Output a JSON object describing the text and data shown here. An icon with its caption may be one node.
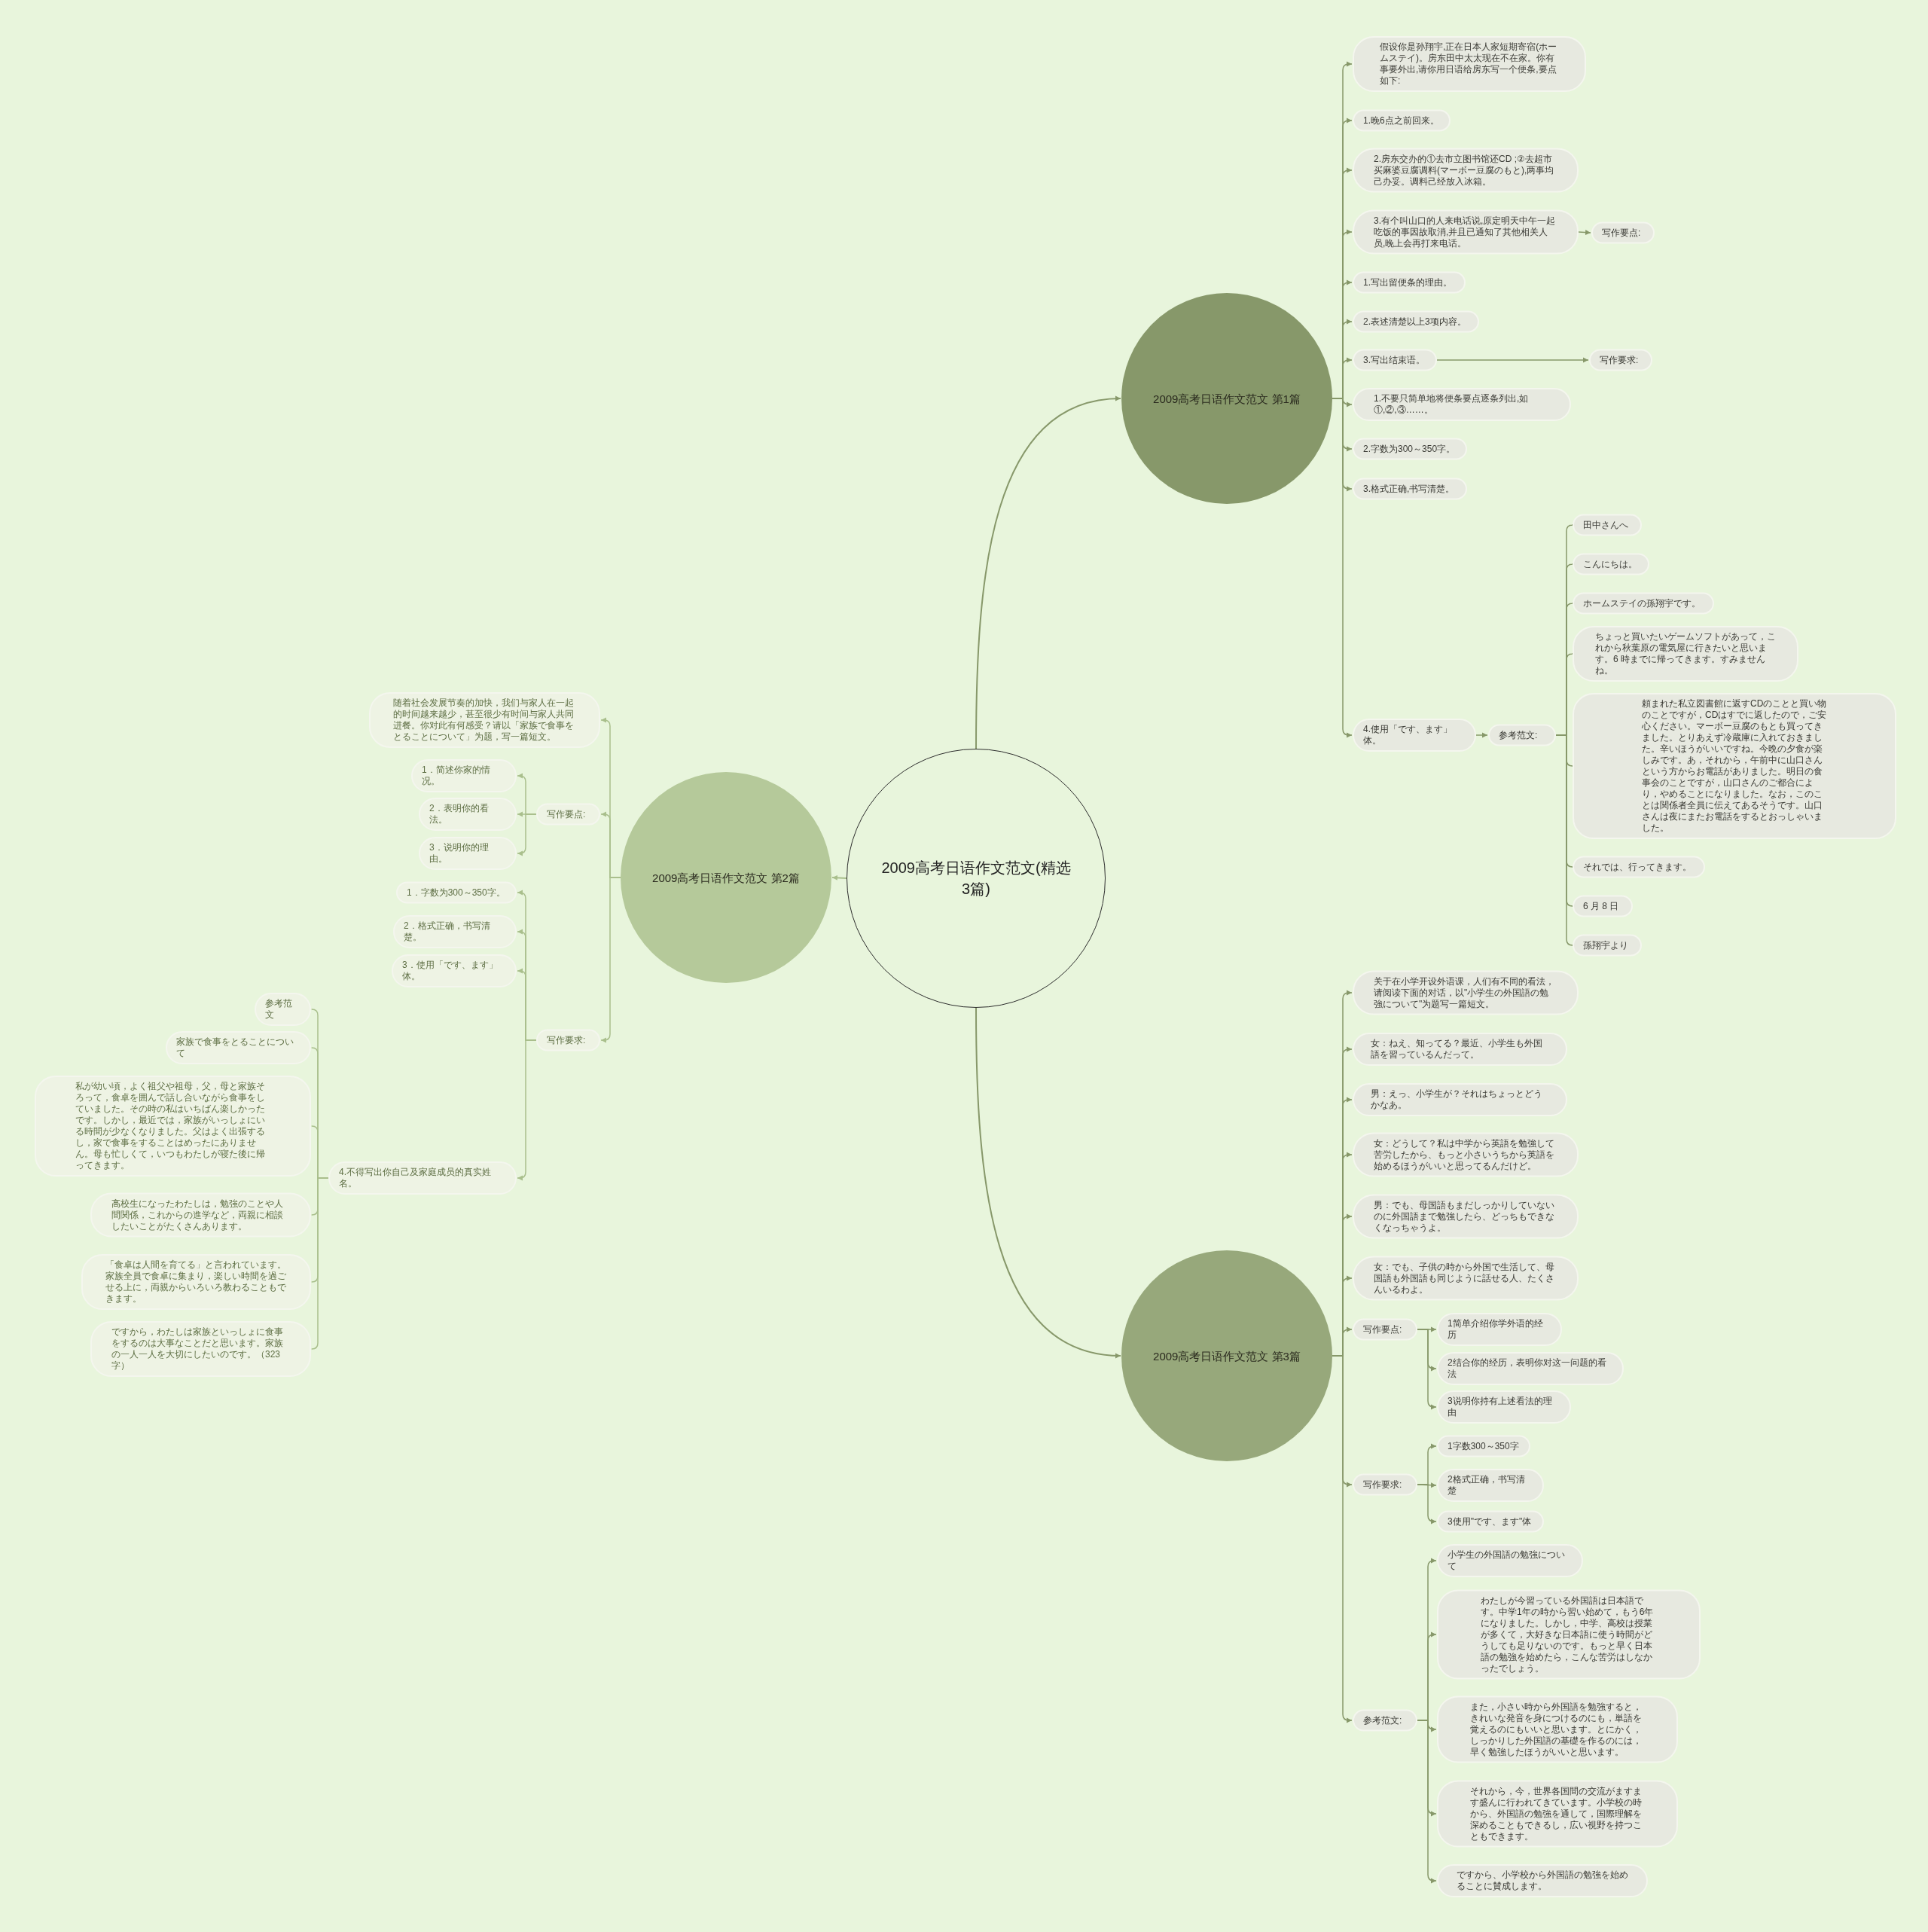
{
  "diagram": {
    "nodes": [
      {
        "text": [
          "2009高考日语作文范文(精选3篇)"
        ]
      },
      {
        "text": [
          "2009高考日语作文范文 第1篇"
        ]
      },
      {
        "text": [
          "假设你是孙翔宇,正在日本人家短期寄宿(ホームステイ)。房东田中太太现在不在家。你有事要外出,请你用日语给房东写一个便条,要点如下:"
        ]
      },
      {
        "text": [
          "1.晚6点之前回来。"
        ]
      },
      {
        "text": [
          "2.房东交办的①去市立图书馆还CD ;②去超市买麻婆豆腐调料(マーボー豆腐のもと),两事均己办妥。调料己经放入冰箱。"
        ]
      },
      {
        "text": [
          "3.有个叫山口的人来电话说,原定明天中午一起吃饭的事因故取消,并且已通知了其他相关人员,晚上会再打来电话。"
        ]
      },
      {
        "text": [
          "写作要点:"
        ]
      },
      {
        "text": [
          "1.写出留便条的理由。"
        ]
      },
      {
        "text": [
          "2.表述清楚以上3项内容。"
        ]
      },
      {
        "text": [
          "3.写出结束语。"
        ]
      },
      {
        "text": [
          "写作要求:"
        ]
      },
      {
        "text": [
          "1.不要只简单地将便条要点逐条列出,如①,②,③……。"
        ]
      },
      {
        "text": [
          "2.字数为300～350字。"
        ]
      },
      {
        "text": [
          "3.格式正确,书写清楚。"
        ]
      },
      {
        "text": [
          "4.使用「です、ます」体。"
        ]
      },
      {
        "text": [
          "参考范文:"
        ]
      },
      {
        "text": [
          "田中さんへ"
        ]
      },
      {
        "text": [
          "こんにちは。"
        ]
      },
      {
        "text": [
          "ホームステイの孫翔宇です。"
        ]
      },
      {
        "text": [
          "ちょっと買いたいゲームソフトがあって，これから秋葉原の電気屋に行きたいと思います。6 時までに帰ってきます。すみませんね。"
        ]
      },
      {
        "text": [
          "頼まれた私立図書館に返すCDのことと買い物のことですが，CDはすでに返したので，ご安心ください。マーボー豆腐のもとも買ってきました。とりあえず冷蔵庫に入れておきました。辛いほうがいいですね。今晩の夕食が楽しみです。あ，それから，午前中に山口さんという方からお電話がありました。明日の食事会のことですが，山口さんのご都合により，やめることになりました。なお，このことは関係者全員に伝えてあるそうです。山口さんは夜にまたお電話をするとおっしゃいました。"
        ]
      },
      {
        "text": [
          "それでは、行ってきます。"
        ]
      },
      {
        "text": [
          "6 月 8 日"
        ]
      },
      {
        "text": [
          "孫翔宇より"
        ]
      },
      {
        "text": [
          "2009高考日语作文范文 第2篇"
        ]
      },
      {
        "text": [
          "随着社会发展节奏的加快，我们与家人在一起的时间越来越少，甚至很少有时间与家人共同进餐。你对此有何感受？请以「家族で食事をとることについて」为题，写一篇短文。"
        ]
      },
      {
        "text": [
          "写作要点:"
        ]
      },
      {
        "text": [
          "1．简述你家的情况。"
        ]
      },
      {
        "text": [
          "2．表明你的看法。"
        ]
      },
      {
        "text": [
          "3．说明你的理由。"
        ]
      },
      {
        "text": [
          "写作要求:"
        ]
      },
      {
        "text": [
          "1．字数为300～350字。"
        ]
      },
      {
        "text": [
          "2．格式正确，书写清楚。"
        ]
      },
      {
        "text": [
          "3．使用「です、ます」体。"
        ]
      },
      {
        "text": [
          "4.不得写出你自己及家庭成员的真实姓名。"
        ]
      },
      {
        "text": [
          "参考范文"
        ]
      },
      {
        "text": [
          "家族で食事をとることについて"
        ]
      },
      {
        "text": [
          "私が幼い頃，よく祖父や祖母，父，母と家族そろって，食卓を囲んで話し合いながら食事をしていました。その時の私はいちばん楽しかったです。しかし，最近では，家族がいっしょにいる時間が少なくなりました。父はよく出張するし，家で食事をすることはめったにありません。母も忙しくて，いつもわたしが寝た後に帰ってきます。"
        ]
      },
      {
        "text": [
          "高校生になったわたしは，勉強のことや人間関係，これからの進学など，両親に相談したいことがたくさんあります。"
        ]
      },
      {
        "text": [
          "「食卓は人間を育てる」と言われています。家族全員で食卓に集まり，楽しい時間を過ごせる上に，両親からいろいろ教わることもできます。"
        ]
      },
      {
        "text": [
          "ですから，わたしは家族といっしょに食事をするのは大事なことだと思います。家族の一人一人を大切にしたいのです。（323字）"
        ]
      },
      {
        "text": [
          "2009高考日语作文范文 第3篇"
        ]
      },
      {
        "text": [
          "关于在小学开设外语课，人们有不同的看法，请阅读下面的对话，以\"小学生の外国語の勉強について\"为题写一篇短文。"
        ]
      },
      {
        "text": [
          "女：ねえ、知ってる？最近、小学生も外国語を習っているんだって。"
        ]
      },
      {
        "text": [
          "男：えっ、小学生が？それはちょっとどうかなあ。"
        ]
      },
      {
        "text": [
          "女：どうして？私は中学から英語を勉強して苦労したから、もっと小さいうちから英語を始めるほうがいいと思ってるんだけど。"
        ]
      },
      {
        "text": [
          "男：でも、母国語もまだしっかりしていないのに外国語まで勉強したら、どっちもできなくなっちゃうよ。"
        ]
      },
      {
        "text": [
          "女：でも、子供の時から外国で生活して、母国語も外国語も同じように話せる人、たくさんいるわよ。"
        ]
      },
      {
        "text": [
          "写作要点:"
        ]
      },
      {
        "text": [
          "1简单介绍你学外语的经历"
        ]
      },
      {
        "text": [
          "2结合你的经历，表明你对这一问题的看法"
        ]
      },
      {
        "text": [
          "3说明你持有上述看法的理由"
        ]
      },
      {
        "text": [
          "写作要求:"
        ]
      },
      {
        "text": [
          "1字数300～350字"
        ]
      },
      {
        "text": [
          "2格式正确，书写清楚"
        ]
      },
      {
        "text": [
          "3使用\"です、ます\"体"
        ]
      },
      {
        "text": [
          "参考范文:"
        ]
      },
      {
        "text": [
          "小学生の外国語の勉強について"
        ]
      },
      {
        "text": [
          "わたしが今習っている外国語は日本語です。中学1年の時から習い始めて，もう6年になりました。しかし，中学、高校は授業が多くて，大好きな日本語に使う時間がどうしても足りないのです。もっと早く日本語の勉強を始めたら，こんな苦労はしなかったでしょう。"
        ]
      },
      {
        "text": [
          "また，小さい時から外国語を勉強すると，きれいな発音を身につけるのにも，単語を覚えるのにもいいと思います。とにかく，しっかりした外国語の基礎を作るのには，早く勉強したほうがいいと思います。"
        ]
      },
      {
        "text": [
          "それから，今，世界各国間の交流がますます盛んに行われてきています。小学校の時から、外国語の勉強を通して，国際理解を深めることもできるし，広い視野を持つこともできます。"
        ]
      },
      {
        "text": [
          "ですから、小学校から外国語の勉強を始めることに賛成します。"
        ]
      }
    ],
    "edges": [
      {
        "from": 0,
        "to": 1,
        "arrow": "to"
      },
      {
        "from": 0,
        "to": 24,
        "arrow": "to",
        "color": "#a9bf8c"
      },
      {
        "from": 0,
        "to": 41,
        "arrow": "to"
      },
      {
        "from": 1,
        "to": 2,
        "arrow": "to"
      },
      {
        "from": 1,
        "to": 3,
        "arrow": "to"
      },
      {
        "from": 1,
        "to": 4,
        "arrow": "to"
      },
      {
        "from": 1,
        "to": 5,
        "arrow": "to"
      },
      {
        "from": 5,
        "to": 6,
        "arrow": "to"
      },
      {
        "from": 1,
        "to": 7,
        "arrow": "to"
      },
      {
        "from": 1,
        "to": 8,
        "arrow": "to"
      },
      {
        "from": 1,
        "to": 9,
        "arrow": "to"
      },
      {
        "from": 9,
        "to": 10,
        "arrow": "to"
      },
      {
        "from": 1,
        "to": 11,
        "arrow": "to"
      },
      {
        "from": 1,
        "to": 12,
        "arrow": "to"
      },
      {
        "from": 1,
        "to": 13,
        "arrow": "to"
      },
      {
        "from": 1,
        "to": 14,
        "arrow": "to"
      },
      {
        "from": 14,
        "to": 15,
        "arrow": "to"
      },
      {
        "from": 15,
        "to": 16,
        "arrow": "to"
      },
      {
        "from": 15,
        "to": 17,
        "arrow": "to"
      },
      {
        "from": 15,
        "to": 18,
        "arrow": "to"
      },
      {
        "from": 15,
        "to": 19,
        "arrow": "to"
      },
      {
        "from": 15,
        "to": 20,
        "arrow": "to"
      },
      {
        "from": 15,
        "to": 21,
        "arrow": "to"
      },
      {
        "from": 15,
        "to": 22,
        "arrow": "to"
      },
      {
        "from": 15,
        "to": 23,
        "arrow": "to"
      },
      {
        "from": 24,
        "to": 25,
        "arrow": "to",
        "color": "#a9bf8c"
      },
      {
        "from": 24,
        "to": 26,
        "arrow": "to",
        "color": "#a9bf8c"
      },
      {
        "from": 26,
        "to": 27,
        "arrow": "to",
        "color": "#a9bf8c"
      },
      {
        "from": 26,
        "to": 28,
        "arrow": "to",
        "color": "#a9bf8c"
      },
      {
        "from": 26,
        "to": 29,
        "arrow": "to",
        "color": "#a9bf8c"
      },
      {
        "from": 24,
        "to": 30,
        "arrow": "to",
        "color": "#a9bf8c"
      },
      {
        "from": 30,
        "to": 31,
        "arrow": "to",
        "color": "#a9bf8c"
      },
      {
        "from": 30,
        "to": 32,
        "arrow": "to",
        "color": "#a9bf8c"
      },
      {
        "from": 30,
        "to": 33,
        "arrow": "to",
        "color": "#a9bf8c"
      },
      {
        "from": 30,
        "to": 34,
        "arrow": "to",
        "color": "#a9bf8c"
      },
      {
        "from": 34,
        "to": 35,
        "arrow": "to",
        "color": "#a9bf8c"
      },
      {
        "from": 34,
        "to": 36,
        "arrow": "to",
        "color": "#a9bf8c"
      },
      {
        "from": 34,
        "to": 37,
        "arrow": "to",
        "color": "#a9bf8c"
      },
      {
        "from": 34,
        "to": 38,
        "arrow": "to",
        "color": "#a9bf8c"
      },
      {
        "from": 34,
        "to": 39,
        "arrow": "to",
        "color": "#a9bf8c"
      },
      {
        "from": 34,
        "to": 40,
        "arrow": "to",
        "color": "#a9bf8c"
      },
      {
        "from": 41,
        "to": 42,
        "arrow": "to"
      },
      {
        "from": 41,
        "to": 43,
        "arrow": "to"
      },
      {
        "from": 41,
        "to": 44,
        "arrow": "to"
      },
      {
        "from": 41,
        "to": 45,
        "arrow": "to"
      },
      {
        "from": 41,
        "to": 46,
        "arrow": "to"
      },
      {
        "from": 41,
        "to": 47,
        "arrow": "to"
      },
      {
        "from": 41,
        "to": 48,
        "arrow": "to"
      },
      {
        "from": 48,
        "to": 49,
        "arrow": "to"
      },
      {
        "from": 48,
        "to": 50,
        "arrow": "to"
      },
      {
        "from": 48,
        "to": 51,
        "arrow": "to"
      },
      {
        "from": 41,
        "to": 52,
        "arrow": "to"
      },
      {
        "from": 52,
        "to": 53,
        "arrow": "to"
      },
      {
        "from": 52,
        "to": 54,
        "arrow": "to"
      },
      {
        "from": 52,
        "to": 55,
        "arrow": "to"
      },
      {
        "from": 41,
        "to": 56,
        "arrow": "to"
      },
      {
        "from": 56,
        "to": 57,
        "arrow": "to"
      },
      {
        "from": 56,
        "to": 58,
        "arrow": "to"
      },
      {
        "from": 56,
        "to": 59,
        "arrow": "to"
      },
      {
        "from": 56,
        "to": 60,
        "arrow": "to"
      },
      {
        "from": 56,
        "to": 61,
        "arrow": "to"
      }
    ]
  }
}
